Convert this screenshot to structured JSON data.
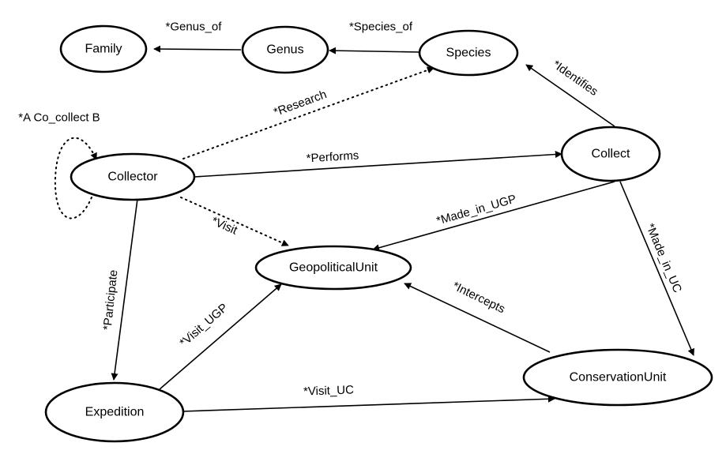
{
  "nodes": {
    "family": "Family",
    "genus": "Genus",
    "species": "Species",
    "collector": "Collector",
    "collect": "Collect",
    "geopolitical_unit": "GeopoliticalUnit",
    "expedition": "Expedition",
    "conservation_unit": "ConservationUnit"
  },
  "edges": {
    "genus_of": "*Genus_of",
    "species_of": "*Species_of",
    "research": "*Research",
    "identifies": "*Identifies",
    "co_collect": "*A Co_collect B",
    "performs": "*Performs",
    "visit": "*Visit",
    "made_in_ugp": "*Made_in_UGP",
    "made_in_uc": "*Made_in_UC",
    "participate": "*Participate",
    "visit_ugp": "*Visit_UGP",
    "intercepts": "*Intercepts",
    "visit_uc": "*Visit_UC"
  }
}
